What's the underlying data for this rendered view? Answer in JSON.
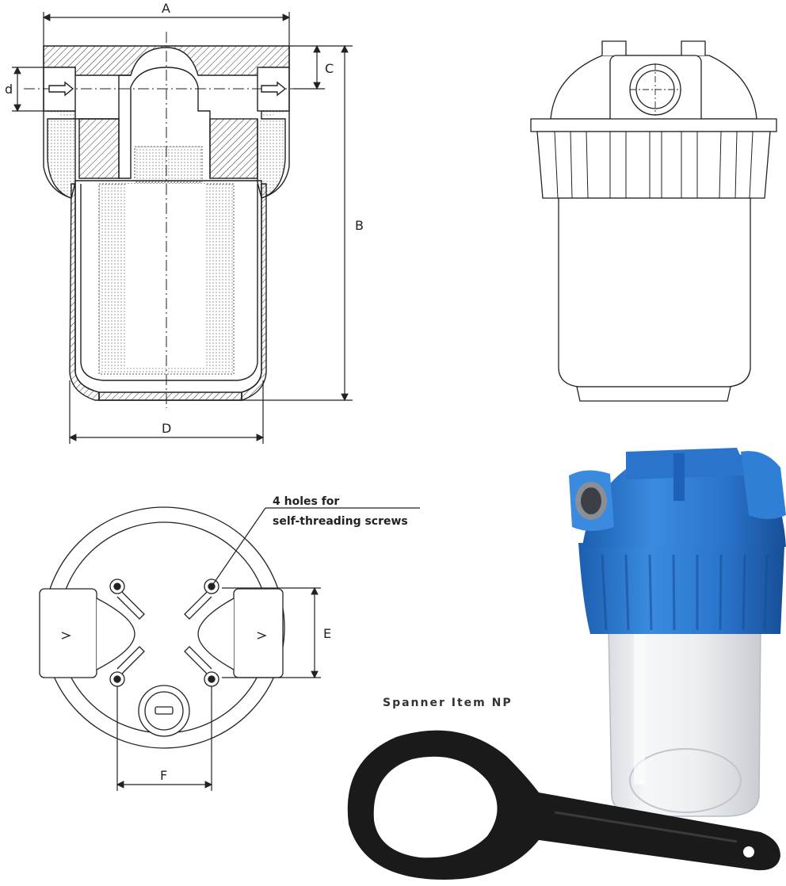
{
  "dimensions": {
    "a": "A",
    "b": "B",
    "c": "C",
    "d_upper": "D",
    "d_lower": "d",
    "e": "E",
    "f": "F"
  },
  "notes": {
    "holes_line1": "4 holes for",
    "holes_line2": "self-threading screws"
  },
  "captions": {
    "spanner": "Spanner Item NP"
  },
  "colors": {
    "housing_blue": "#2f7fd6",
    "spanner_black": "#1a1a1a",
    "line": "#222222"
  }
}
